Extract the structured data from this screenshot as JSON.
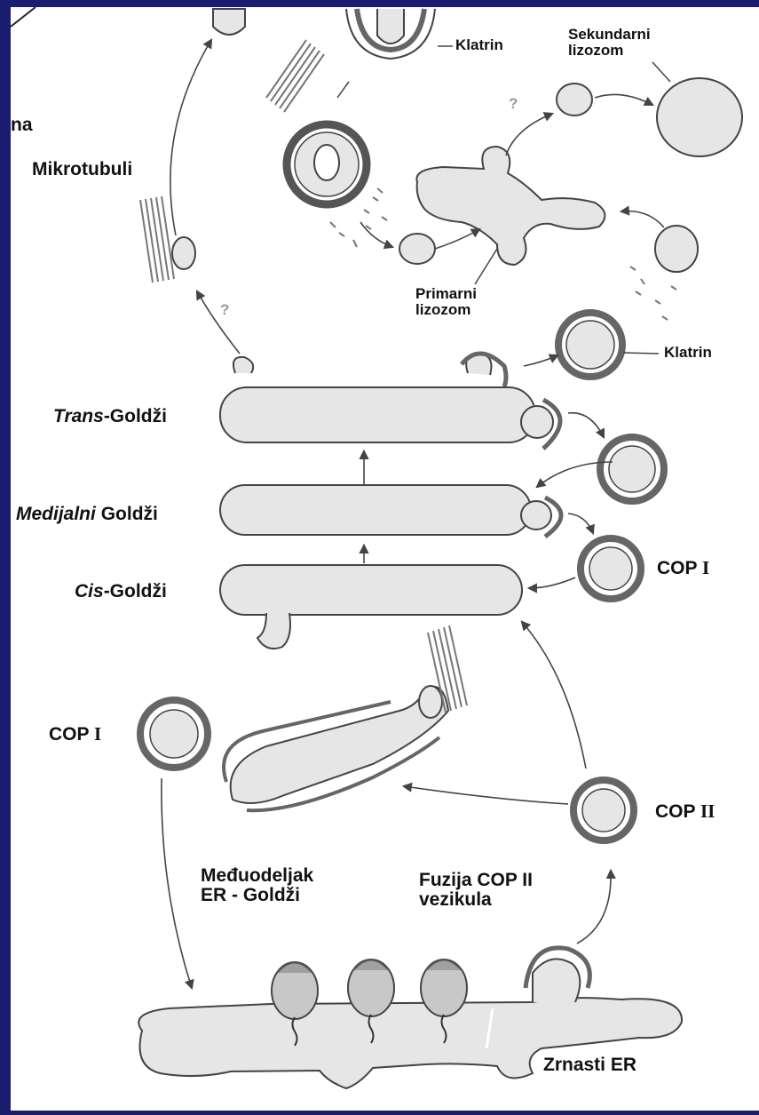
{
  "labels": {
    "klatrin_top": "Klatrin",
    "sekundarni": "Sekundarni\nlizozom",
    "membrana_fragment": "na",
    "mikrotubuli": "Mikrotubuli",
    "primarni": "Primarni\nlizozom",
    "klatrin_right": "Klatrin",
    "trans_prefix": "Trans",
    "trans_rest": "-Goldži",
    "medijalni_prefix": "Medijalni",
    "medijalni_rest": " Goldži",
    "cis_prefix": "Cis",
    "cis_rest": "-Goldži",
    "cop_i_right_prefix": "COP ",
    "cop_i_right_num": "I",
    "cop_i_left_prefix": "COP ",
    "cop_i_left_num": "I",
    "cop_ii_prefix": "COP ",
    "cop_ii_num": "II",
    "meduodeljak": "Međuodeljak\nER - Goldži",
    "fuzija": "Fuzija COP II\nvezikula",
    "zrnasti_er": "Zrnasti ER",
    "question_mark": "?"
  },
  "colors": {
    "background_frame": "#1a1d6e",
    "panel": "#ffffff",
    "organelle_fill": "#e6e6e6",
    "coat_fill": "#7a7a7a",
    "outline": "#444444",
    "text": "#111111"
  }
}
